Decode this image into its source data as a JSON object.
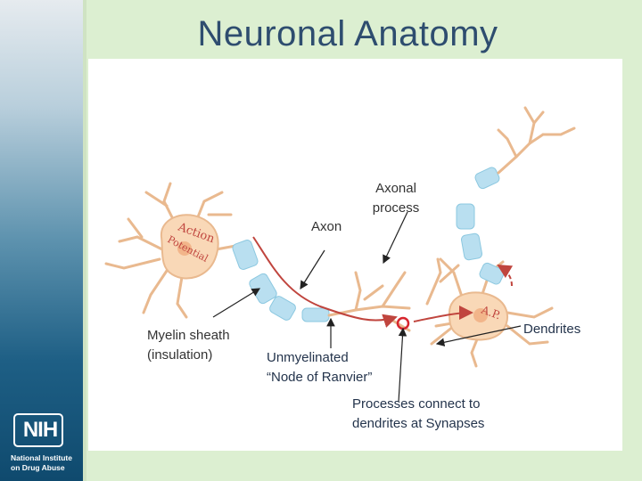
{
  "slide": {
    "title": "Neuronal Anatomy"
  },
  "labels": {
    "axon": "Axon",
    "axonal_process_line1": "Axonal",
    "axonal_process_line2": "process",
    "myelin_line1": "Myelin sheath",
    "myelin_line2": "(insulation)",
    "node_line1": "Unmyelinated",
    "node_line2": "“Node of Ranvier”",
    "synapse_line1": "Processes connect to",
    "synapse_line2": "dendrites at Synapses",
    "dendrites": "Dendrites"
  },
  "diagram_text": {
    "action": "Action",
    "potential": "Potential",
    "ap": "A.P."
  },
  "logo": {
    "letters": "NIH",
    "line1": "National Institute",
    "line2": "on Drug Abuse"
  },
  "colors": {
    "title": "#2e4d6f",
    "background": "#dcefd1",
    "neuron_body": "#f9d8b7",
    "neuron_outline": "#e9b98f",
    "myelin": "#b9dff0",
    "signal_arrow": "#c0453e",
    "synapse_marker": "#d7262e"
  }
}
